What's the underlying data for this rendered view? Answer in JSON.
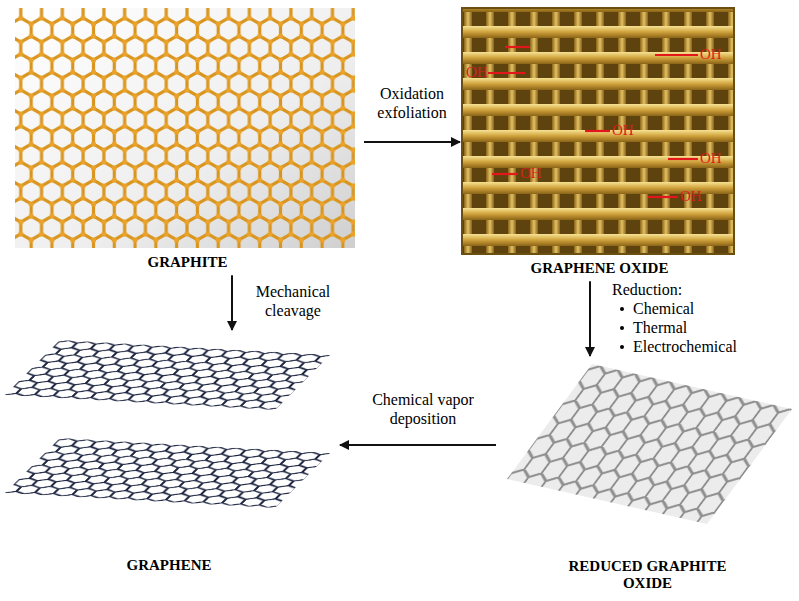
{
  "diagram": {
    "nodes": [
      {
        "text": [
          "GRAPHITE"
        ]
      },
      {
        "text": [
          "GRAPHENE OXIDE"
        ]
      },
      {
        "text": [
          "GRAPHENE"
        ]
      },
      {
        "text": [
          "REDUCED GRAPHITE OXIDE"
        ]
      }
    ],
    "edges": [
      {
        "from": 0,
        "to": 1,
        "label": "Oxidation exfoliation",
        "arrow": "to"
      },
      {
        "from": 0,
        "to": 2,
        "label": "Mechanical cleavage",
        "arrow": "to"
      },
      {
        "from": 1,
        "to": 3,
        "label": "Reduction:",
        "arrow": "to"
      },
      {
        "from": 3,
        "to": 2,
        "label": "Chemical vapor deposition",
        "arrow": "to"
      }
    ],
    "labels": [
      "Chemical",
      "Thermal",
      "Electrochemical",
      "OH",
      "OH",
      "OH",
      "OH",
      "OH",
      "OH"
    ]
  }
}
